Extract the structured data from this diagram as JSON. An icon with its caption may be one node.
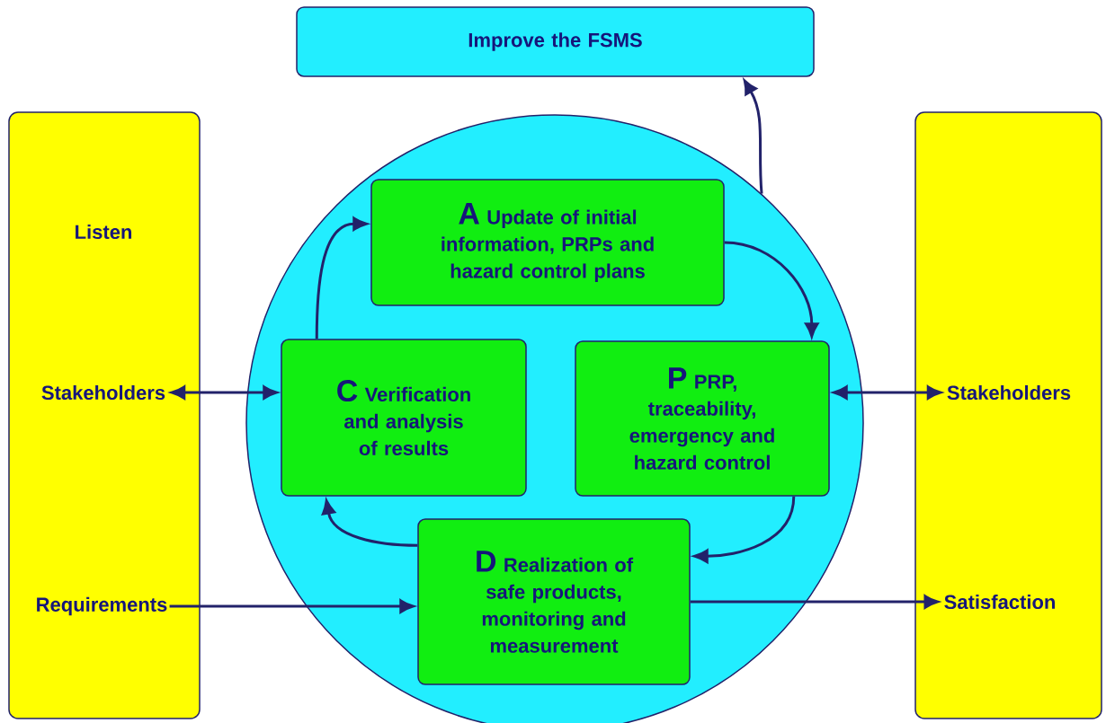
{
  "diagram": {
    "nodes": [
      {
        "text": [
          "Improve the FSMS"
        ]
      },
      {
        "text": [
          "Listen"
        ]
      },
      {
        "text": [
          "Stakeholders"
        ],
        "in": 1
      },
      {
        "text": [
          "Requirements"
        ],
        "in": 1
      },
      {
        "text": [],
        "shape": "box"
      },
      {
        "text": [
          "Stakeholders"
        ],
        "in": 4
      },
      {
        "text": [
          "Satisfaction"
        ],
        "in": 4
      },
      {
        "text": [],
        "shape": "circle"
      },
      {
        "text": [
          "A",
          "Update of initial information, PRPs and hazard control plans"
        ],
        "in": 7
      },
      {
        "text": [
          "C",
          "Verification and analysis of results"
        ],
        "in": 7
      },
      {
        "text": [
          "P",
          "PRP, traceability, emergency and hazard control"
        ],
        "in": 7
      },
      {
        "text": [
          "D",
          "Realization of safe products, monitoring and measurement"
        ],
        "in": 7
      }
    ],
    "edges": [
      {
        "from": 7,
        "to": 0,
        "arrow": "to"
      },
      {
        "from": 8,
        "to": 10,
        "arrow": "to"
      },
      {
        "from": 10,
        "to": 11,
        "arrow": "to"
      },
      {
        "from": 11,
        "to": 9,
        "arrow": "to"
      },
      {
        "from": 9,
        "to": 8,
        "arrow": "to"
      },
      {
        "from": 2,
        "to": 9,
        "arrow": "both"
      },
      {
        "from": 10,
        "to": 5,
        "arrow": "both"
      },
      {
        "from": 3,
        "to": 11,
        "arrow": "to"
      },
      {
        "from": 11,
        "to": 6,
        "arrow": "to"
      }
    ]
  }
}
